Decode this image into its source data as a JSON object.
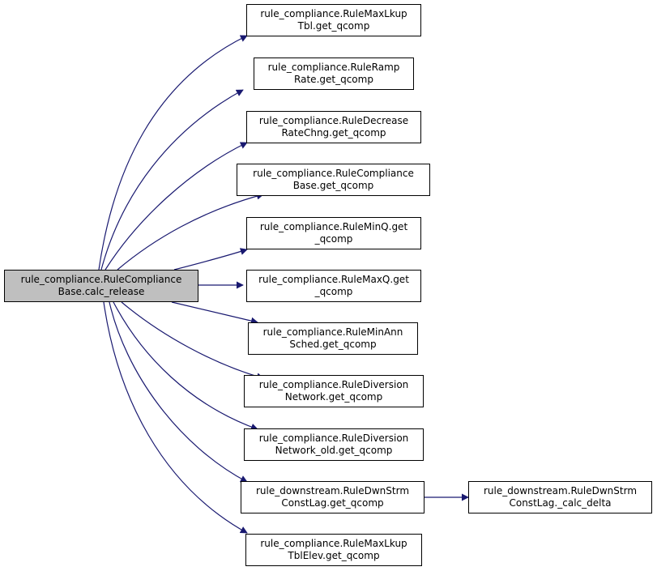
{
  "colors": {
    "edge": "#191970",
    "root_fill": "#bfbfbf",
    "node_fill": "#ffffff",
    "border": "#000000"
  },
  "root": {
    "line1": "rule_compliance.RuleCompliance",
    "line2": "Base.calc_release"
  },
  "callees": [
    {
      "line1": "rule_compliance.RuleMaxLkup",
      "line2": "Tbl.get_qcomp"
    },
    {
      "line1": "rule_compliance.RuleRamp",
      "line2": "Rate.get_qcomp"
    },
    {
      "line1": "rule_compliance.RuleDecrease",
      "line2": "RateChng.get_qcomp"
    },
    {
      "line1": "rule_compliance.RuleCompliance",
      "line2": "Base.get_qcomp"
    },
    {
      "line1": "rule_compliance.RuleMinQ.get",
      "line2": "_qcomp"
    },
    {
      "line1": "rule_compliance.RuleMaxQ.get",
      "line2": "_qcomp"
    },
    {
      "line1": "rule_compliance.RuleMinAnn",
      "line2": "Sched.get_qcomp"
    },
    {
      "line1": "rule_compliance.RuleDiversion",
      "line2": "Network.get_qcomp"
    },
    {
      "line1": "rule_compliance.RuleDiversion",
      "line2": "Network_old.get_qcomp"
    },
    {
      "line1": "rule_downstream.RuleDwnStrm",
      "line2": "ConstLag.get_qcomp"
    },
    {
      "line1": "rule_compliance.RuleMaxLkup",
      "line2": "TblElev.get_qcomp"
    }
  ],
  "secondary": {
    "line1": "rule_downstream.RuleDwnStrm",
    "line2": "ConstLag._calc_delta"
  }
}
